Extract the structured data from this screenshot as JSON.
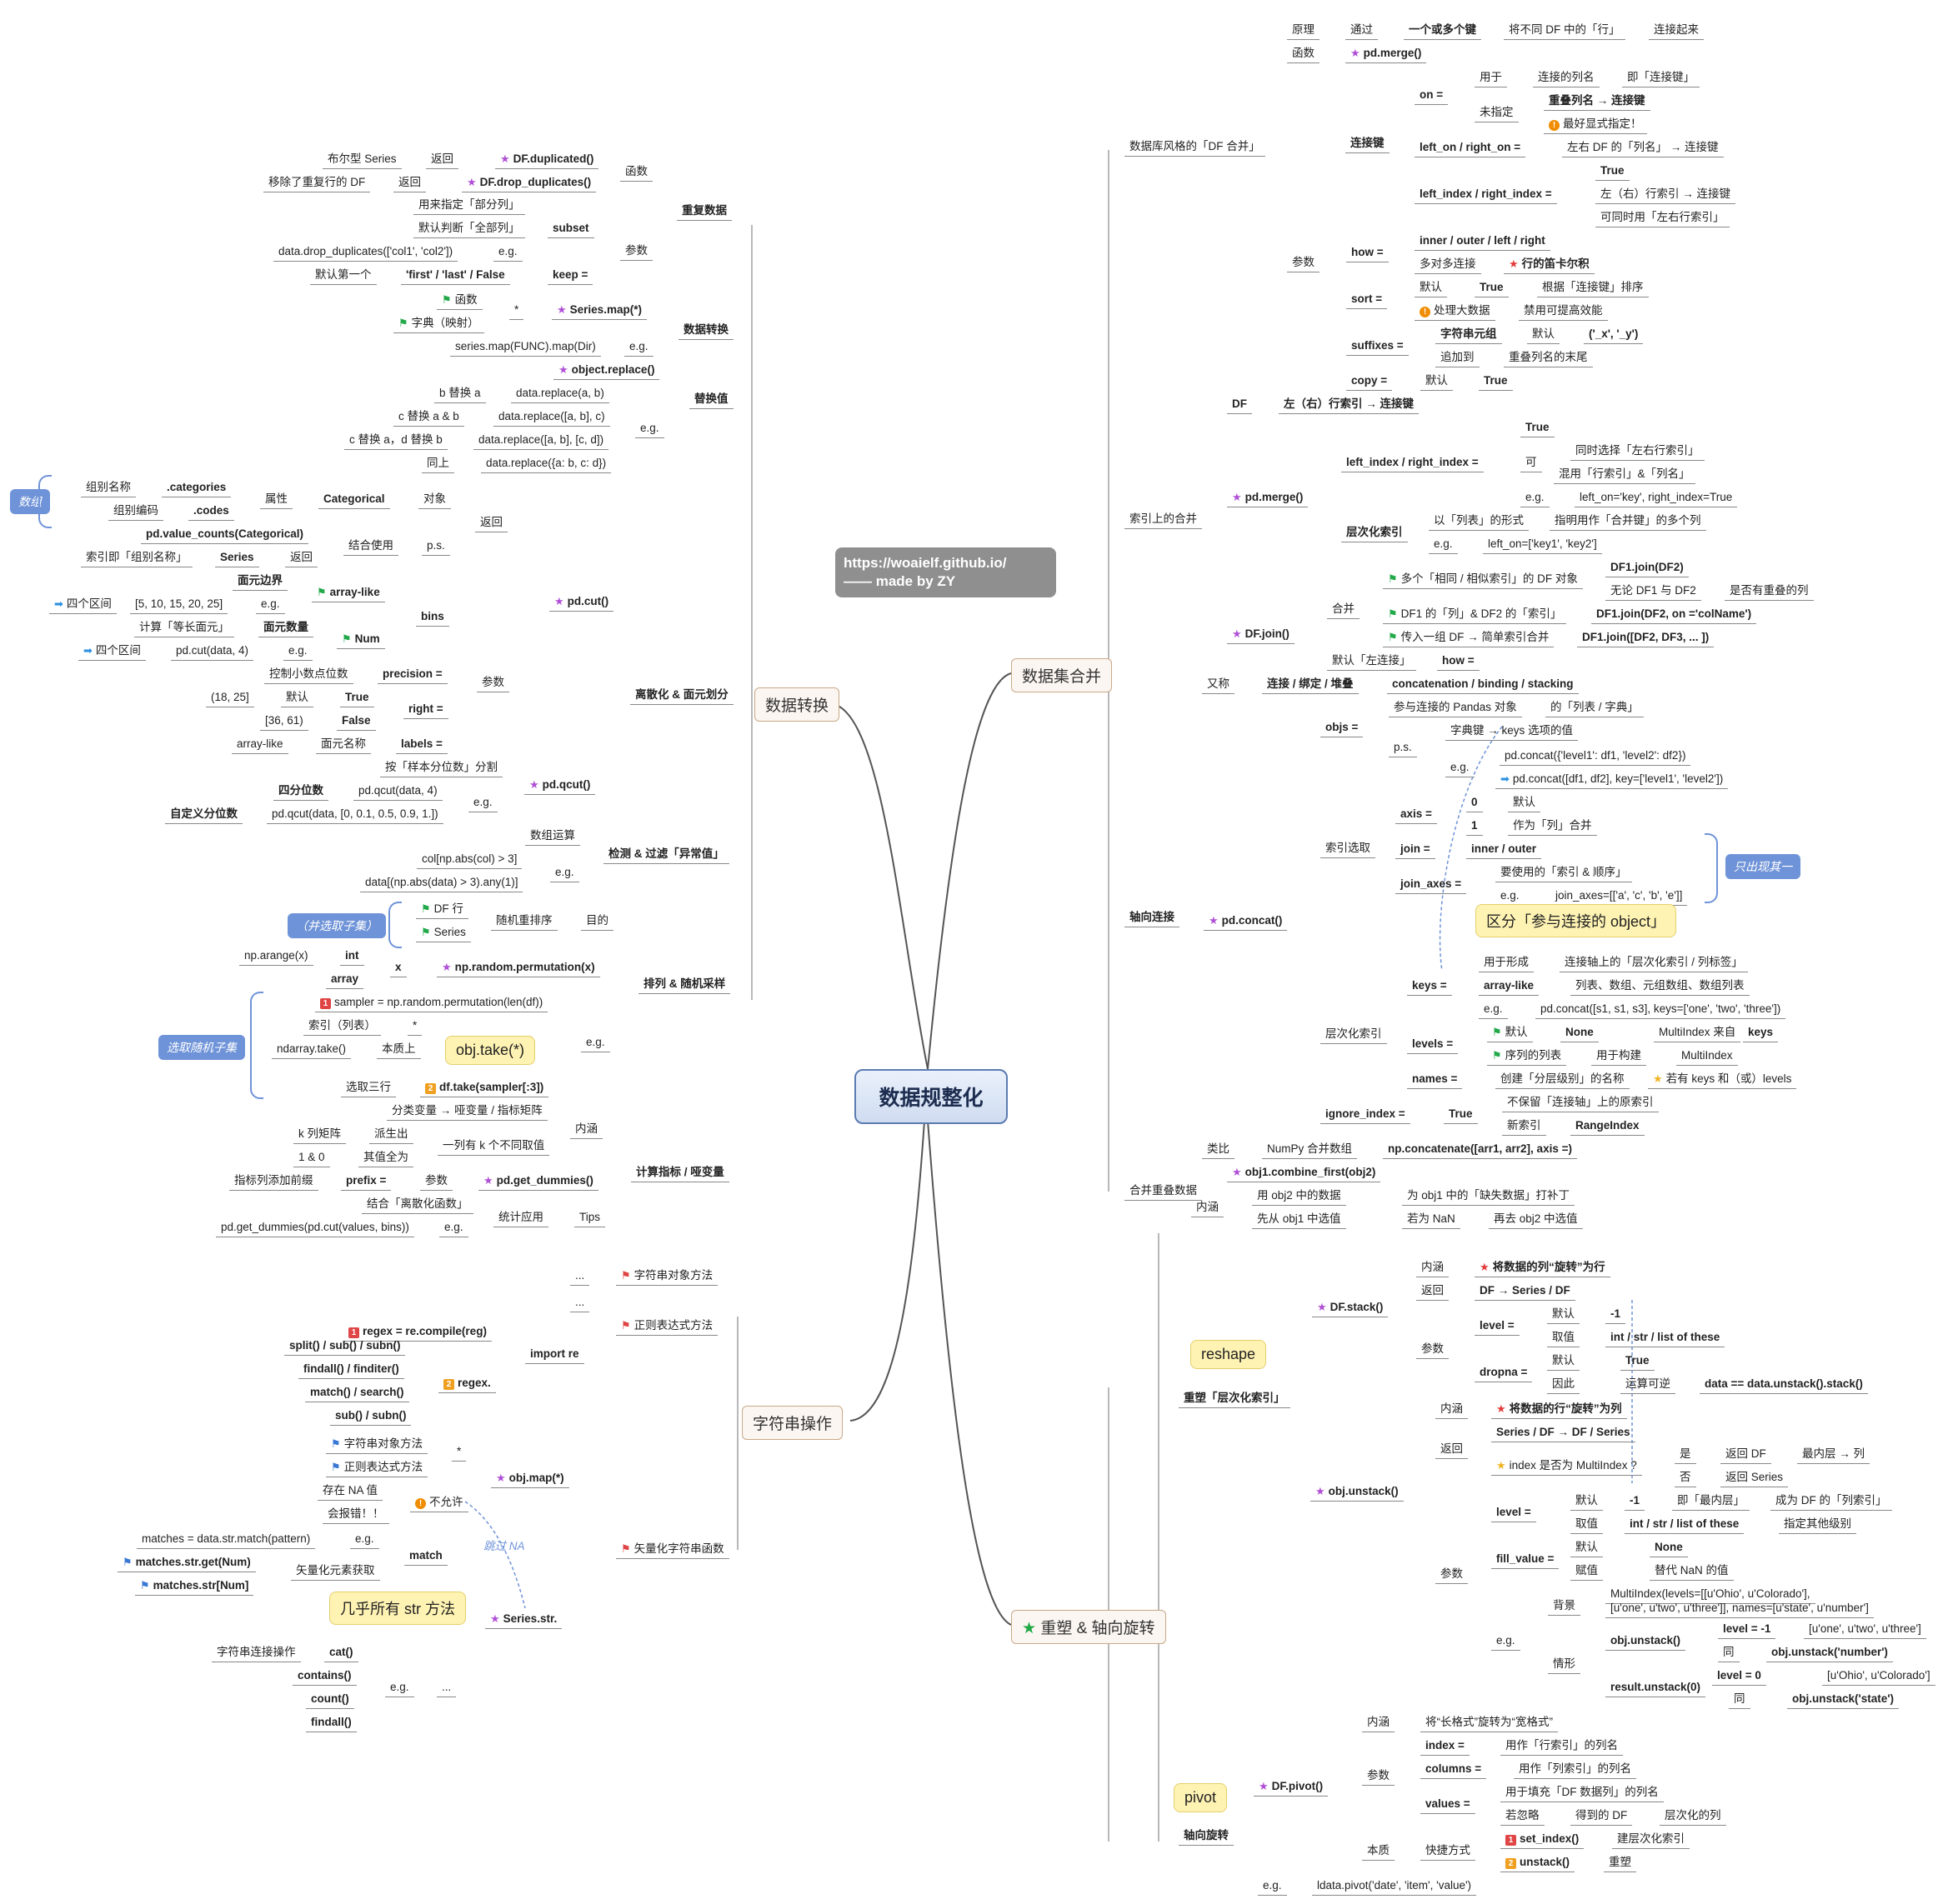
{
  "center": "数据规整化",
  "url": "https://woaielf.github.io/\n—— made by ZY",
  "topics": {
    "transform": "数据转换",
    "combine": "数据集合并",
    "strings": "字符串操作",
    "reshape": "重塑 & 轴向旋转"
  },
  "dup": {
    "title": "重复数据",
    "func": "函数",
    "param": "参数",
    "dupl": "DF.duplicated()",
    "dupl_ret": "返回",
    "dupl_bool": "布尔型 Series",
    "drop": "DF.drop_duplicates()",
    "drop_ret": "返回",
    "drop_desc": "移除了重复行的 DF",
    "subset": "subset",
    "subset_1": "用来指定「部分列」",
    "subset_2": "默认判断「全部列」",
    "subset_eg": "e.g.",
    "subset_code": "data.drop_duplicates(['col1', 'col2'])",
    "keep": "keep =",
    "keep_vals": "'first' / 'last' / False",
    "keep_def": "默认第一个"
  },
  "map": {
    "title": "数据转换",
    "series_map": "Series.map(*)",
    "star": "*",
    "func": "函数",
    "dict": "字典（映射）",
    "eg": "e.g.",
    "code": "series.map(FUNC).map(Dir)"
  },
  "replace": {
    "title": "替换值",
    "obj": "object.replace()",
    "eg": "e.g.",
    "r1a": "b 替换 a",
    "r1b": "data.replace(a, b)",
    "r2a": "c 替换 a & b",
    "r2b": "data.replace([a, b], c)",
    "r3a": "c 替换 a，d 替换 b",
    "r3b": "data.replace([a, b], [c, d])",
    "r4a": "同上",
    "r4b": "data.replace({a: b, c: d})"
  },
  "cut": {
    "title": "离散化 & 面元划分",
    "pdcut": "pd.cut()",
    "ret": "返回",
    "param": "参数",
    "obj": "对象",
    "categorical": "Categorical",
    "attr": "属性",
    "cats": ".categories",
    "cats_desc": "组别名称",
    "codes": ".codes",
    "codes_desc": "组别编码",
    "arr_tag": "数组",
    "vc": "pd.value_counts(Categorical)",
    "combine": "结合使用",
    "ps": "p.s.",
    "ret2": "返回",
    "series": "Series",
    "series_desc": "索引即「组别名称」",
    "bins": "bins",
    "edge": "面元边界",
    "array_like": "array-like",
    "four": "四个区间",
    "list": "[5, 10, 15, 20, 25]",
    "eg": "e.g.",
    "calc": "计算「等长面元」",
    "num_lbl": "面元数量",
    "num": "Num",
    "four2": "四个区间",
    "cut_code": "pd.cut(data, 4)",
    "eg2": "e.g.",
    "precision": "precision =",
    "precision_desc": "控制小数点位数",
    "right": "right =",
    "right_a": "(18, 25]",
    "default": "默认",
    "true": "True",
    "right_b": "[36, 61)",
    "false": "False",
    "labels": "labels =",
    "labels_desc": "面元名称",
    "labels_type": "array-like",
    "qcut": "pd.qcut()",
    "qcut_desc": "按「样本分位数」分割",
    "qcut_eg": "e.g.",
    "q1": "四分位数",
    "q1c": "pd.qcut(data, 4)",
    "q2": "自定义分位数",
    "q2c": "pd.qcut(data, [0, 0.1, 0.5, 0.9, 1.])"
  },
  "outlier": {
    "title": "检测 & 过滤「异常值」",
    "ops": "数组运算",
    "eg": "e.g.",
    "c1": "col[np.abs(col) > 3]",
    "c2": "data[(np.abs(data) > 3).any(1)]"
  },
  "perm": {
    "title": "排列 & 随机采样",
    "goal": "目的",
    "random": "随机重排序",
    "df_row": "DF 行",
    "series": "Series",
    "subset_tag": "（并选取子集）",
    "x": "x",
    "npperm": "np.random.permutation(x)",
    "int": "int",
    "np_arange": "np.arange(x)",
    "array": "array",
    "eg": "e.g.",
    "sampler": "sampler = np.random.permutation(len(df))",
    "idx": "索引（列表）",
    "star": "*",
    "take": "ndarray.take()",
    "essence": "本质上",
    "take_call": "obj.take(*)",
    "three": "选取三行",
    "dftake": "df.take(sampler[:3])",
    "rand_tag": "选取随机子集"
  },
  "dummy": {
    "title": "计算指标 / 哑变量",
    "meaning": "内涵",
    "m1": "分类变量 → 哑变量 / 指标矩阵",
    "k": "k 列矩阵",
    "derive": "派生出",
    "col": "一列有 k 个不同取值",
    "one": "1 & 0",
    "val": "其值全为",
    "func": "pd.get_dummies()",
    "param": "参数",
    "prefix": "prefix =",
    "prefix_desc": "指标列添加前缀",
    "tips": "Tips",
    "stat": "统计应用",
    "combo": "结合「离散化函数」",
    "eg": "e.g.",
    "code": "pd.get_dummies(pd.cut(values, bins))"
  },
  "str": {
    "m1": "字符串对象方法",
    "dots1": "...",
    "m2": "正则表达式方法",
    "dots2": "...",
    "import": "import re",
    "compile": "regex = re.compile(reg)",
    "regex": "regex.",
    "s1": "split() / sub() / subn()",
    "s2": "findall() / finditer()",
    "s3": "match() / search()",
    "s4": "sub() / subn()",
    "vec": "矢量化字符串函数",
    "objmap": "obj.map(*)",
    "star": "*",
    "om1": "字符串对象方法",
    "om2": "正则表达式方法",
    "na": "存在 NA 值",
    "err": "会报错！！",
    "notallow": "不允许",
    "skip": "跳过 NA",
    "seriesstr": "Series.str.",
    "match": "match",
    "eg": "e.g.",
    "mcode": "matches = data.str.match(pattern)",
    "vget": "矢量化元素获取",
    "get": "matches.str.get(Num)",
    "getb": "matches.str[Num]",
    "almost": "几乎所有 str 方法",
    "concat": "字符串连接操作",
    "cat": "cat()",
    "contains": "contains()",
    "count": "count()",
    "findall": "findall()",
    "eg2": "e.g.",
    "dots3": "..."
  },
  "merge": {
    "title": "数据库风格的「DF 合并」",
    "principle": "原理",
    "via": "通过",
    "keys": "一个或多个键",
    "diff": "将不同 DF 中的「行」",
    "join": "连接起来",
    "func": "函数",
    "pdmerge": "pd.merge()",
    "param": "参数",
    "joinkey": "连接键",
    "on": "on =",
    "use": "用于",
    "colname": "连接的列名",
    "as": "即「连接键」",
    "unspec": "未指定",
    "dup": "重叠列名 → 连接键",
    "best": "最好显式指定！",
    "lron": "left_on / right_on =",
    "lron_d": "左右 DF 的「列名」 → 连接键",
    "lri": "left_index / right_index =",
    "true": "True",
    "lri_1": "左（右）行索引 → 连接键",
    "lri_2": "可同时用「左右行索引」",
    "how": "how =",
    "how_v": "inner / outer / left / right",
    "m2m": "多对多连接",
    "cart": "行的笛卡尔积",
    "sort": "sort =",
    "sort_def": "默认",
    "sort_t": "True",
    "sort_by": "根据「连接键」排序",
    "big": "处理大数据",
    "disable": "禁用可提高效能",
    "suf": "suffixes =",
    "tuple": "字符串元组",
    "sdef": "默认",
    "sval": "('_x', '_y')",
    "append": "追加到",
    "tail": "重叠列名的末尾",
    "copy": "copy =",
    "cdef": "默认",
    "cval": "True"
  },
  "idxmerge": {
    "title": "索引上的合并",
    "df": "DF",
    "df_d": "左（右）行索引 → 连接键",
    "pdmerge": "pd.merge()",
    "lri": "left_index / right_index =",
    "true": "True",
    "can": "可",
    "sel": "同时选择「左右行索引」",
    "mix": "混用「行索引」&「列名」",
    "eg": "e.g.",
    "eg_c": "left_on='key', right_index=True",
    "multi": "层次化索引",
    "list": "以「列表」的形式",
    "spec": "指明用作「合并键」的多个列",
    "eg2": "e.g.",
    "eg2_c": "left_on=['key1', 'key2']",
    "dfjoin": "DF.join()",
    "merge": "合并",
    "j1": "多个「相同 / 相似索引」的 DF 对象",
    "j1c": "DF1.join(DF2)",
    "j1n": "无论 DF1 与 DF2",
    "j1n2": "是否有重叠的列",
    "j2": "DF1 的「列」& DF2 的「索引」",
    "j2c": "DF1.join(DF2, on ='colName')",
    "j3": "传入一组 DF → 简单索引合并",
    "j3c": "DF1.join([DF2, DF3, ... ])",
    "def": "默认「左连接」",
    "how": "how ="
  },
  "concat": {
    "title": "轴向连接",
    "aka": "又称",
    "aka_v": "连接 / 绑定 / 堆叠",
    "aka_e": "concatenation / binding / stacking",
    "pdc": "pd.concat()",
    "objs": "objs =",
    "objs_d": "参与连接的 Pandas 对象",
    "objs_d2": "的「列表 / 字典」",
    "ps": "p.s.",
    "dictkey": "字典键 → keys 选项的值",
    "eg": "e.g.",
    "c1": "pd.concat({'level1': df1, 'level2': df2})",
    "c2": "pd.concat([df1, df2], key=['level1', 'level2'])",
    "idxsel": "索引选取",
    "axis": "axis =",
    "a0": "0",
    "adef": "默认",
    "a1": "1",
    "a1d": "作为「列」合并",
    "join": "join =",
    "join_v": "inner / outer",
    "jax": "join_axes =",
    "jax_d": "要使用的「索引 & 顺序」",
    "jax_eg": "e.g.",
    "jax_c": "join_axes=[['a', 'c', 'b', 'e']]",
    "only": "只出现其一",
    "distinct": "区分「参与连接的 object」",
    "hier": "层次化索引",
    "keys": "keys =",
    "k_form": "用于形成",
    "k_form2": "连接轴上的「层次化索引 / 列标签」",
    "k_al": "array-like",
    "k_al_d": "列表、数组、元组数组、数组列表",
    "k_eg": "e.g.",
    "k_c": "pd.concat([s1, s1, s3], keys=['one', 'two', 'three'])",
    "levels": "levels =",
    "l_def": "默认",
    "l_none": "None",
    "l_mi": "MultiIndex 来自",
    "l_keys": "keys",
    "l_seq": "序列的列表",
    "l_use": "用于构建",
    "l_mi2": "MultiIndex",
    "names": "names =",
    "n_d": "创建「分层级别」的名称",
    "n_if": "若有 keys 和（或）levels",
    "ign": "ignore_index =",
    "ign_t": "True",
    "ign_1": "不保留「连接轴」上的原索引",
    "ign_2": "新索引",
    "ign_3": "RangeIndex",
    "similar": "类比",
    "np": "NumPy 合并数组",
    "npc": "np.concatenate([arr1, arr2], axis =)"
  },
  "overlap": {
    "title": "合并重叠数据",
    "func": "obj1.combine_first(obj2)",
    "meaning": "内涵",
    "o1": "用 obj2 中的数据",
    "o2": "为 obj1 中的「缺失数据」打补丁",
    "o3": "先从 obj1 中选值",
    "o4": "若为 NaN",
    "o5": "再去 obj2 中选值"
  },
  "reshape": {
    "call": "reshape",
    "title": "重塑「层次化索引」",
    "stack": "DF.stack()",
    "meaning": "内涵",
    "s_m": "将数据的列“旋转”为行",
    "ret": "返回",
    "s_r": "DF → Series / DF",
    "param": "参数",
    "level": "level =",
    "def": "默认",
    "m1": "-1",
    "val": "取值",
    "vals": "int / str / list of these",
    "dropna": "dropna =",
    "d_def": "默认",
    "d_t": "True",
    "cause": "因此",
    "rev": "运算可逆",
    "rev_c": "data == data.unstack().stack()",
    "unstack": "obj.unstack()",
    "u_m": "将数据的行“旋转”为列",
    "u_r": "Series / DF → DF / Series",
    "u_q": "index 是否为 MultiIndex ?",
    "yes": "是",
    "u_y": "返回 DF",
    "u_y2": "最内层 → 列",
    "no": "否",
    "u_n": "返回 Series",
    "u_level": "level =",
    "u_def": "默认",
    "u_m1": "-1",
    "u_in": "即「最内层」",
    "u_col": "成为 DF 的「列索引」",
    "u_val": "取值",
    "u_vals": "int / str / list of these",
    "u_other": "指定其他级别",
    "fill": "fill_value =",
    "f_def": "默认",
    "f_none": "None",
    "f_as": "赋值",
    "f_nan": "替代 NaN 的值",
    "bg": "背景",
    "bg1": "MultiIndex(levels=[[u'Ohio', u'Colorado'],",
    "bg2": "[u'one', u'two', u'three']], names=[u'state', u'number']",
    "eg": "e.g.",
    "case": "情形",
    "ou": "obj.unstack()",
    "lv1": "level = -1",
    "lv1v": "[u'one', u'two', u'three']",
    "same": "同",
    "oun": "obj.unstack('number')",
    "ru": "result.unstack(0)",
    "lv0": "level = 0",
    "lv0v": "[u'Ohio', u'Colorado']",
    "same2": "同",
    "ous": "obj.unstack('state')"
  },
  "pivot": {
    "call": "pivot",
    "title": "轴向旋转",
    "func": "DF.pivot()",
    "meaning": "内涵",
    "m": "将“长格式”旋转为“宽格式”",
    "param": "参数",
    "index": "index =",
    "index_d": "用作「行索引」的列名",
    "columns": "columns =",
    "columns_d": "用作「列索引」的列名",
    "values": "values =",
    "values_d": "用于填充「DF 数据列」的列名",
    "omit": "若忽略",
    "got": "得到的 DF",
    "lvl": "层次化的列",
    "essence": "本质",
    "shortcut": "快捷方式",
    "si": "set_index()",
    "si_d": "建层次化索引",
    "us": "unstack()",
    "us_d": "重塑",
    "eg": "e.g.",
    "code": "ldata.pivot('date', 'item', 'value')"
  },
  "colors": {
    "branch": "#555555",
    "underline": "#8a8a8a",
    "center_border": "#5b7bb1",
    "callout": "#fff3b3",
    "blue_tag": "#6f93d8"
  },
  "icons": [
    "purple-star-icon",
    "red-star-icon",
    "green-flag-icon",
    "blue-flag-icon",
    "red-flag-icon",
    "warning-icon",
    "number-badge-icon"
  ]
}
